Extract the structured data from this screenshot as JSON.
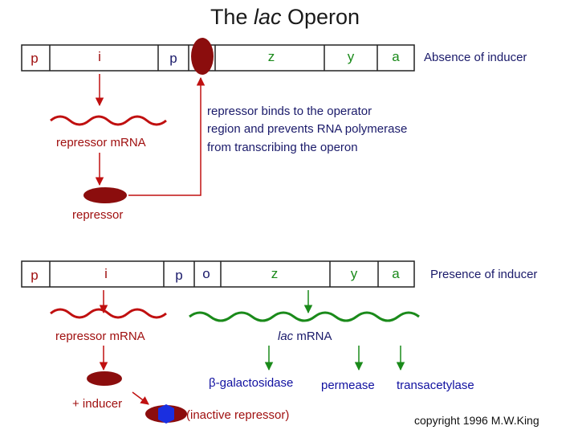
{
  "title": {
    "prefix": "The ",
    "italic": "lac",
    "suffix": " Operon"
  },
  "colors": {
    "red": "#c01010",
    "dark_red": "#8b0d0d",
    "green": "#1a8a1a",
    "blue": "#1010a0",
    "inducer_blue": "#1a2fe0"
  },
  "absence": {
    "condition": "Absence of inducer",
    "segments": [
      "p",
      "i",
      "p",
      "z",
      "y",
      "a"
    ],
    "mrna_label": "repressor mRNA",
    "protein_label": "repressor",
    "explanation": [
      "repressor binds to the operator",
      "region and prevents RNA polymerase",
      "from transcribing the operon"
    ]
  },
  "presence": {
    "condition": "Presence of inducer",
    "segments": [
      "p",
      "i",
      "p",
      "o",
      "z",
      "y",
      "a"
    ],
    "mrna_label": "repressor mRNA",
    "lac_mrna_italic": "lac",
    "lac_mrna_rest": " mRNA",
    "enzymes": {
      "beta_prefix": "β",
      "beta_rest": "-galactosidase",
      "permease": "permease",
      "transacetylase": "transacetylase"
    },
    "inducer_label": "+ inducer",
    "inactive_label": "(inactive repressor)"
  },
  "copyright": "copyright 1996 M.W.King"
}
